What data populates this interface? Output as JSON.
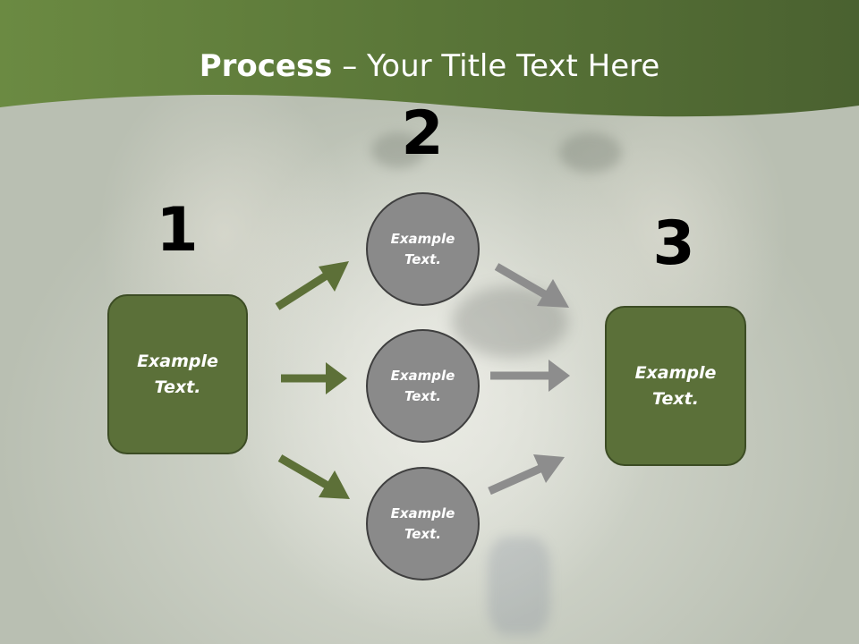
{
  "slide": {
    "title_bold": "Process",
    "title_rest": " – Your Title Text Here",
    "numbers": [
      "1",
      "2",
      "3"
    ],
    "left_box": {
      "text": "Example\nText."
    },
    "right_box": {
      "text": "Example\nText."
    },
    "circles": [
      {
        "text": "Example\nText."
      },
      {
        "text": "Example\nText."
      },
      {
        "text": "Example\nText."
      }
    ]
  },
  "colors": {
    "header_green": "#5d7a3a",
    "box_green": "#5b7039",
    "arrow_green": "#5d7038",
    "arrow_gray": "#8d8d8d",
    "circle_gray": "#8a8a8a"
  }
}
